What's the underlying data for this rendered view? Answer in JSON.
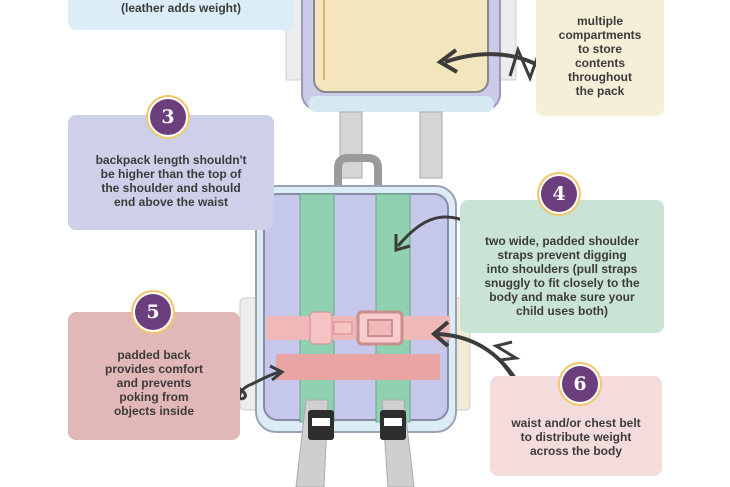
{
  "callouts": [
    {
      "number": "",
      "text": "(leather adds weight)"
    },
    {
      "number": "",
      "text": "multiple\ncompartments\nto store\ncontents\nthroughout\nthe pack"
    },
    {
      "number": "3",
      "text": "backpack length shouldn't\nbe higher than the top of\nthe shoulder and should\nend above the waist"
    },
    {
      "number": "4",
      "text": "two wide, padded shoulder\nstraps prevent digging\ninto shoulders (pull straps\nsnuggly to fit closely to the\nbody and make sure your\nchild uses both)"
    },
    {
      "number": "5",
      "text": "padded back\nprovides comfort\nand prevents\npoking from\nobjects inside"
    },
    {
      "number": "6",
      "text": "waist and/or chest belt\nto distribute weight\nacross the body"
    }
  ],
  "colors": {
    "lavender": "#cdd0e8",
    "mint": "#c9e4d4",
    "rose": "#e2b7b7",
    "pink": "#f5dcdc",
    "cream": "#f6efd8",
    "light_blue": "#dcedf7",
    "badge": "#6b3f7e"
  }
}
